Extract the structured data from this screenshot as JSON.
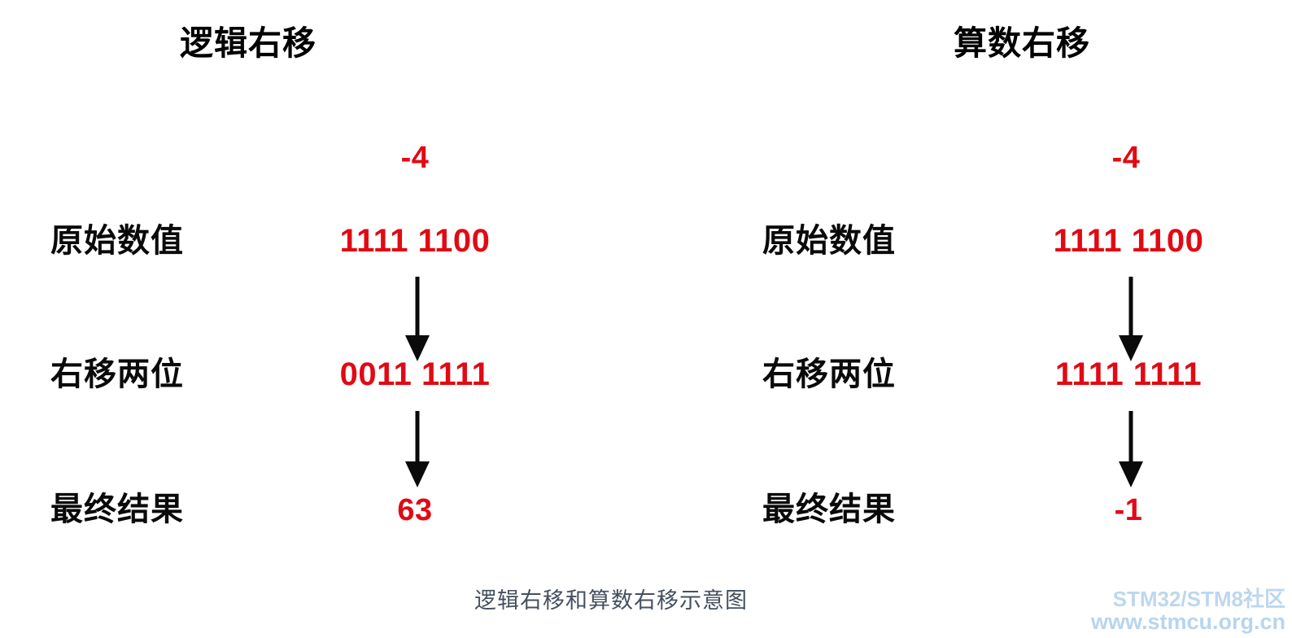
{
  "page": {
    "background_color": "#ffffff",
    "value_color": "#e10a14",
    "label_color": "#0a0a0a",
    "caption_color": "#44505e",
    "watermark_color": "#bcd7ef"
  },
  "panels": [
    {
      "id": "logical-shift",
      "title": "逻辑右移",
      "decimal_input": "-4",
      "rows": [
        {
          "label": "原始数值",
          "value": "1111 1100"
        },
        {
          "label": "右移两位",
          "value": "0011 1111"
        },
        {
          "label": "最终结果",
          "value": "63"
        }
      ]
    },
    {
      "id": "arithmetic-shift",
      "title": "算数右移",
      "decimal_input": "-4",
      "rows": [
        {
          "label": "原始数值",
          "value": "1111 1100"
        },
        {
          "label": "右移两位",
          "value": "1111 1111"
        },
        {
          "label": "最终结果",
          "value": "-1"
        }
      ]
    }
  ],
  "caption": "逻辑右移和算数右移示意图",
  "watermark": {
    "line1": "STM32/STM8社区",
    "line2": "www.stmcu.org.cn"
  },
  "arrows": {
    "icon": "down-arrow-icon",
    "count": 4
  }
}
